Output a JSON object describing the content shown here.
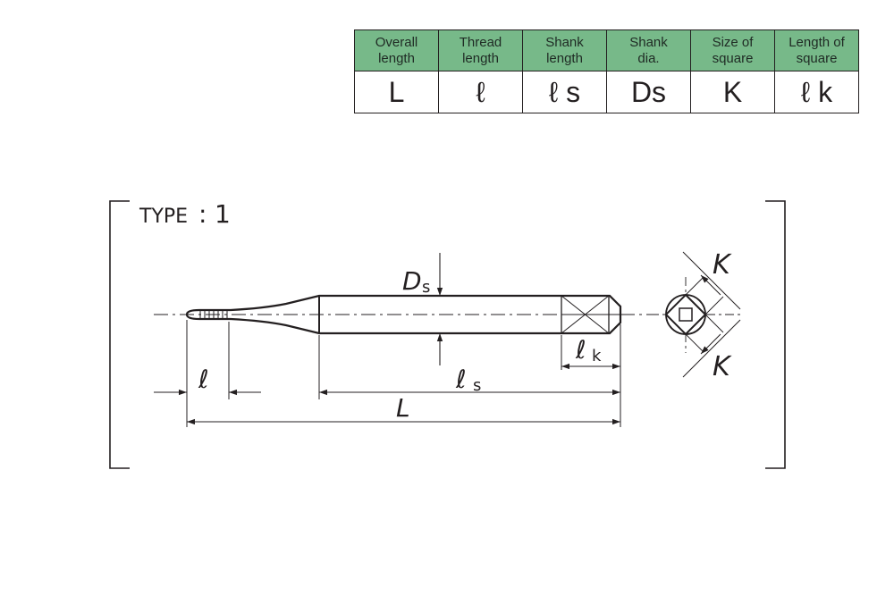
{
  "legend": {
    "columns": [
      {
        "header_line1": "Overall",
        "header_line2": "length",
        "symbol": "L"
      },
      {
        "header_line1": "Thread",
        "header_line2": "length",
        "symbol": "ℓ"
      },
      {
        "header_line1": "Shank",
        "header_line2": "length",
        "symbol": "ℓ s"
      },
      {
        "header_line1": "Shank",
        "header_line2": "dia.",
        "symbol": "Ds"
      },
      {
        "header_line1": "Size of",
        "header_line2": "square",
        "symbol": "K"
      },
      {
        "header_line1": "Length of",
        "header_line2": "square",
        "symbol": "ℓ k"
      }
    ]
  },
  "diagram": {
    "type_label": "TYPE",
    "type_colon": ":",
    "type_number": "1",
    "labels": {
      "Ds_main": "D",
      "Ds_sub": "s",
      "thread": "ℓ",
      "shank_main": "ℓ",
      "shank_sub": "s",
      "overall": "L",
      "square_len_main": "ℓ",
      "square_len_sub": "k",
      "K_top": "K",
      "K_bottom": "K"
    }
  },
  "colors": {
    "header_fill": "#77b989",
    "ink": "#231f20"
  }
}
